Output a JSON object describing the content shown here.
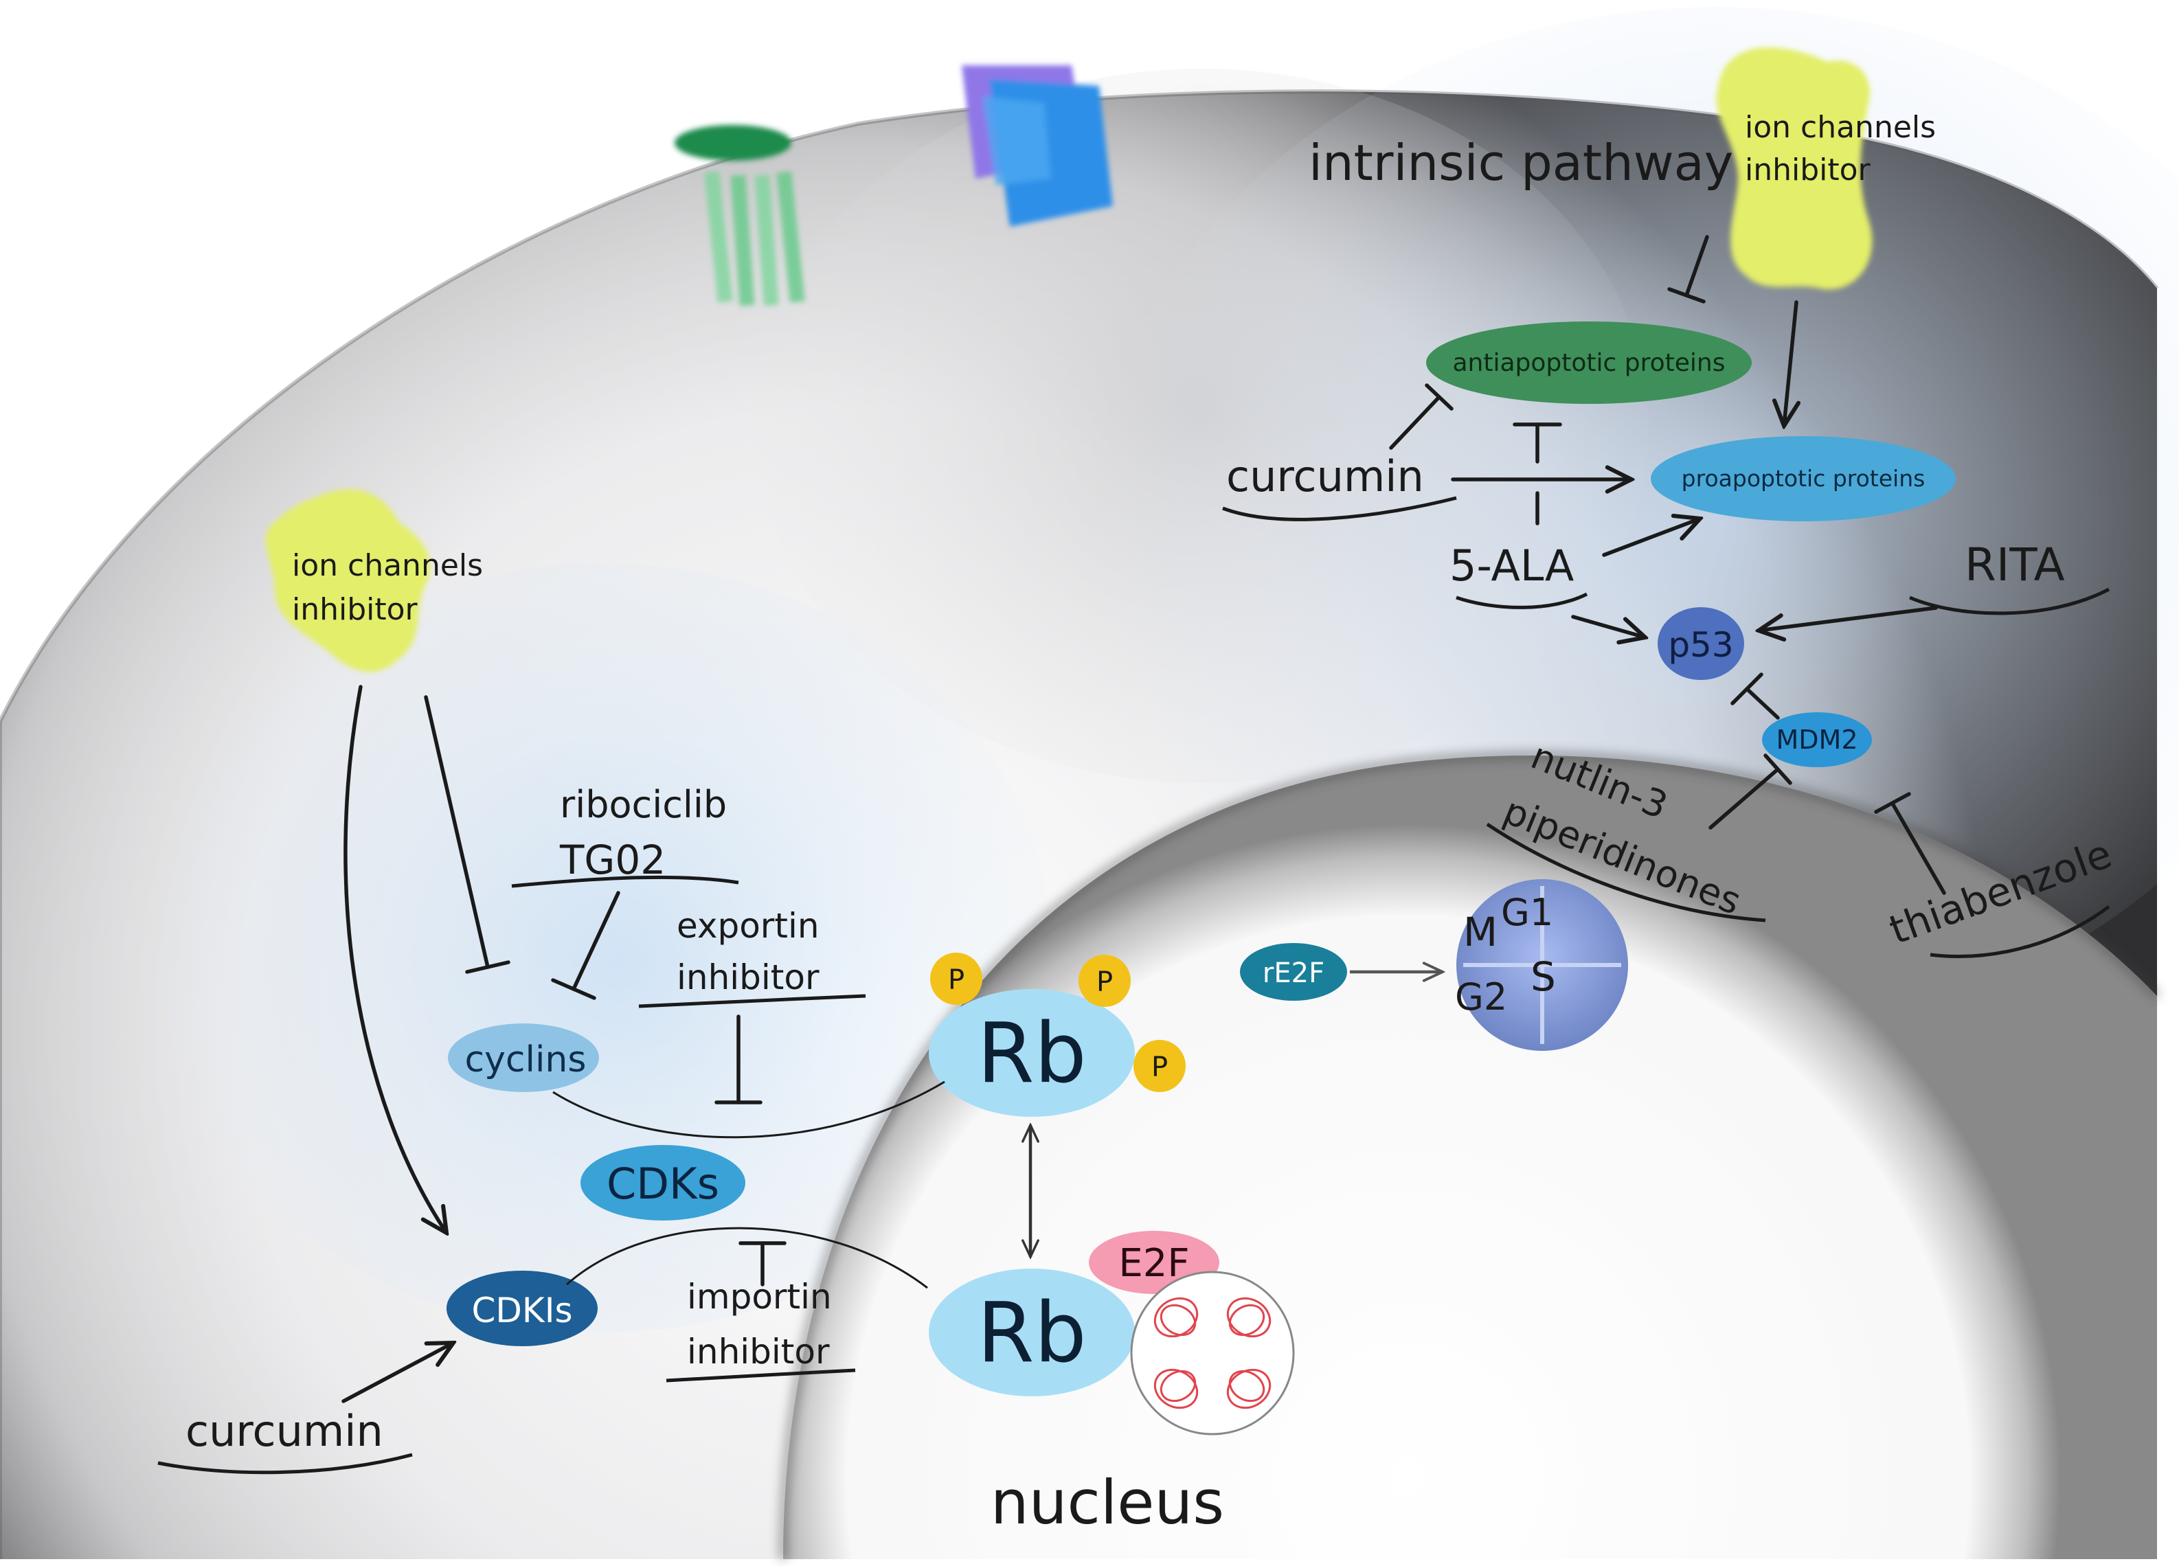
{
  "diagram": {
    "regions": {
      "intrinsic_title": "intrinsic pathway",
      "nucleus_label": "nucleus"
    },
    "drugs": {
      "ion_channels_inhibitor_top": [
        "ion channels",
        "inhibitor"
      ],
      "ion_channels_inhibitor_left": [
        "ion channels",
        "inhibitor"
      ],
      "curcumin_top": "curcumin",
      "curcumin_bottom": "curcumin",
      "five_ala": "5-ALA",
      "rita": "RITA",
      "nutlin": [
        "nutlin-3",
        "piperidinones"
      ],
      "thiabenzole": "thiabenzole",
      "ribociclib": [
        "ribociclib",
        "TG02"
      ],
      "exportin": [
        "exportin",
        "inhibitor"
      ],
      "importin": [
        "importin",
        "inhibitor"
      ]
    },
    "proteins": {
      "antiapoptotic": "antiapoptotic proteins",
      "proapoptotic": "proapoptotic proteins",
      "p53": "p53",
      "mdm2": "MDM2",
      "re2f": "rE2F",
      "cyclins": "cyclins",
      "cdks": "CDKs",
      "cdkis": "CDKIs",
      "rb_top": "Rb",
      "rb_bottom": "Rb",
      "e2f": "E2F",
      "phosphate": "P"
    },
    "cell_cycle": {
      "phases": [
        "M",
        "G1",
        "S",
        "G2"
      ]
    },
    "colors": {
      "ion_channel": "#e3ee6a",
      "antiapoptotic": "#3f8f5a",
      "proapoptotic": "#4aa9d8",
      "p53": "#4f6fbf",
      "mdm2": "#2b95d6",
      "re2f": "#1a7f9a",
      "cyclins": "#8ec3e6",
      "cdks": "#3aa2d6",
      "cdkis": "#1d5f96",
      "rb": "#a8def5",
      "e2f": "#f59bb2",
      "phosphate": "#f2c21a",
      "cell_cycle": "#7f9bd6",
      "lines": "#1a1a1a"
    }
  }
}
